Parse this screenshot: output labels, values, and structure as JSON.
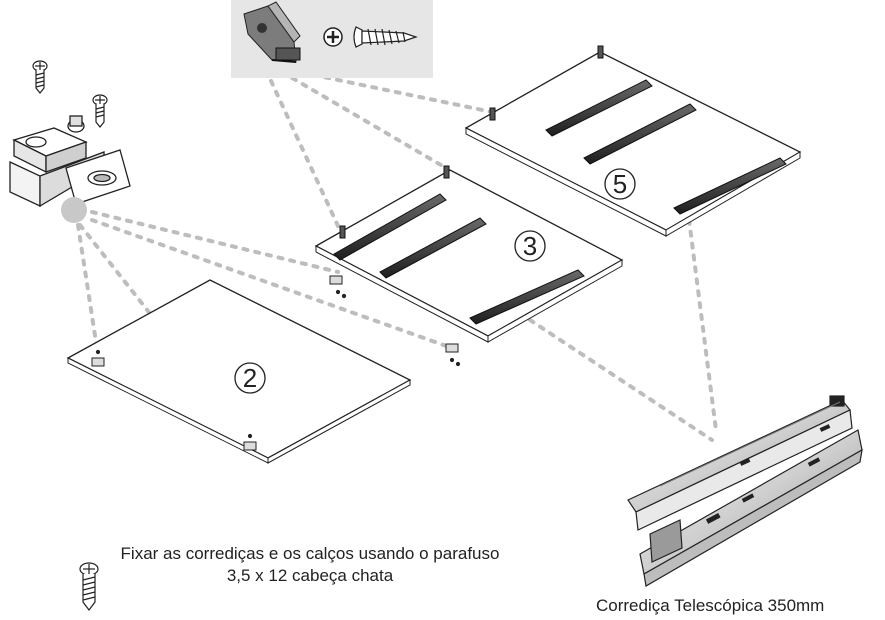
{
  "instructions": {
    "line1": "Fixar as corrediças e os calços usando o parafuso",
    "line2": "3,5 x 12 cabeça chata"
  },
  "slide_caption": "Corrediça Telescópica 350mm",
  "panels": [
    {
      "number": "2"
    },
    {
      "number": "3"
    },
    {
      "number": "5"
    }
  ],
  "icons": {
    "inset_bracket": "corner-bracket-icon",
    "inset_phillips": "phillips-head-icon",
    "inset_screw": "wood-screw-icon",
    "hinge": "hinge-plate-icon",
    "slide": "telescopic-slide-icon"
  },
  "colors": {
    "guide": "#bdbdbd",
    "panel_stroke": "#222222",
    "rail": "#3a3a3a",
    "inset_bg": "#e6e6e6"
  }
}
